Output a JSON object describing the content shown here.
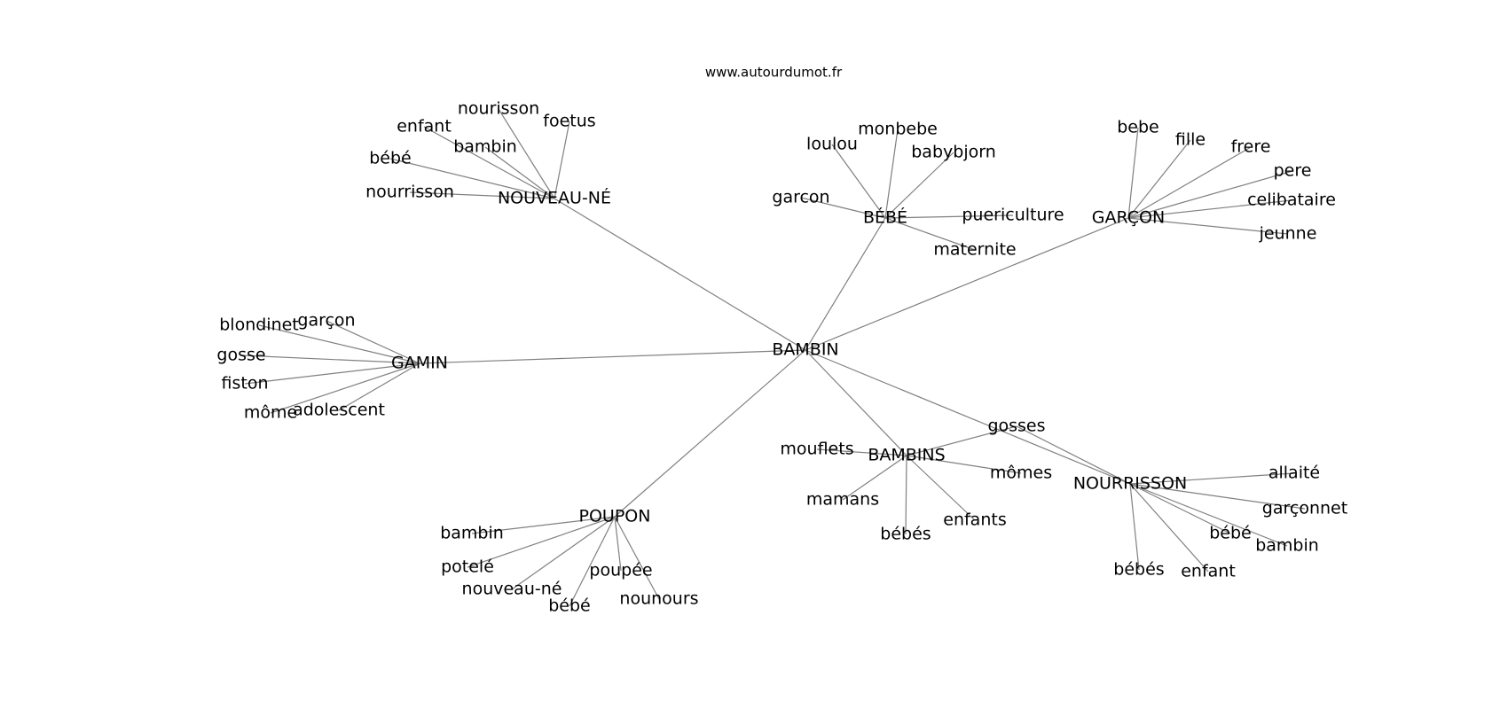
{
  "site": "www.autourdumot.fr",
  "center": "BAMBIN",
  "hubs": [
    {
      "id": "nouveau-ne",
      "label": "NOUVEAU-NÉ",
      "words": [
        "nourrisson",
        "bébé",
        "enfant",
        "bambin",
        "nourisson",
        "foetus"
      ]
    },
    {
      "id": "bebe",
      "label": "BÉBÉ",
      "words": [
        "garcon",
        "loulou",
        "monbebe",
        "babybjorn",
        "puericulture",
        "maternite"
      ]
    },
    {
      "id": "garcon",
      "label": "GARÇON",
      "words": [
        "bebe",
        "fille",
        "frere",
        "pere",
        "celibataire",
        "jeunne"
      ]
    },
    {
      "id": "gamin",
      "label": "GAMIN",
      "words": [
        "blondinet",
        "garçon",
        "gosse",
        "fiston",
        "môme",
        "adolescent"
      ]
    },
    {
      "id": "poupon",
      "label": "POUPON",
      "words": [
        "bambin",
        "potelé",
        "nouveau-né",
        "bébé",
        "poupée",
        "nounours"
      ]
    },
    {
      "id": "bambins",
      "label": "BAMBINS",
      "words": [
        "mouflets",
        "mamans",
        "bébés",
        "enfants",
        "mômes",
        "gosses"
      ]
    },
    {
      "id": "nourrisson",
      "label": "NOURRISSON",
      "words": [
        "gosses",
        "allaité",
        "garçonnet",
        "bébé",
        "bambin",
        "enfant",
        "bébés"
      ]
    }
  ]
}
